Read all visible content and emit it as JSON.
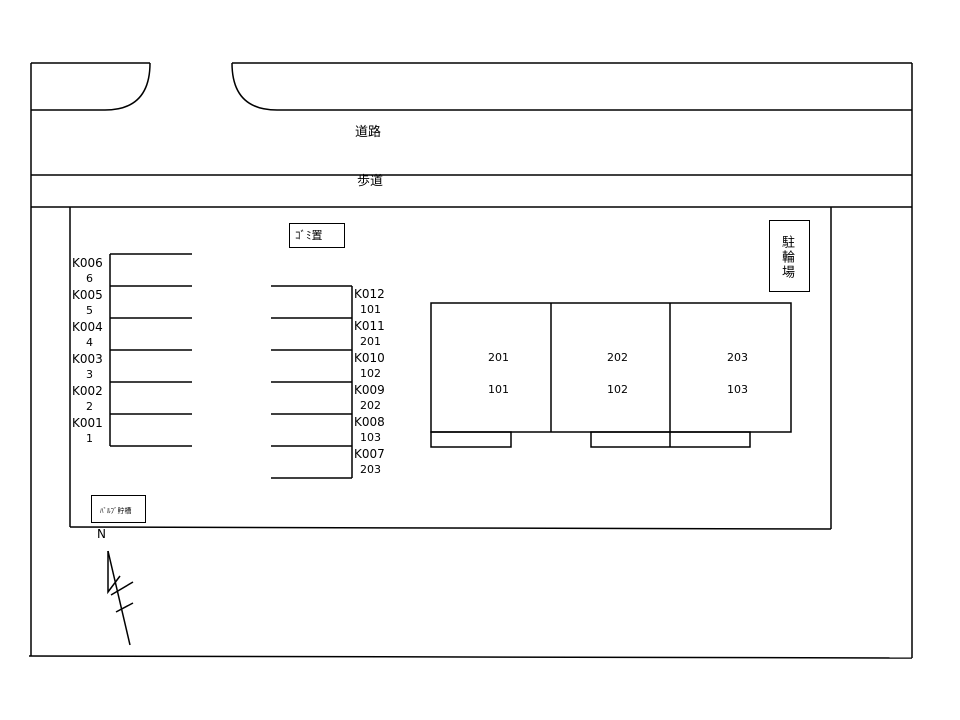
{
  "road": {
    "label": "道路"
  },
  "sidewalk": {
    "label": "歩道"
  },
  "garbage": {
    "label": "ｺﾞﾐ置"
  },
  "bicycle_parking": {
    "label": "駐輪場"
  },
  "valve_box": {
    "label": "ﾊﾞﾙﾌﾞ貯槽"
  },
  "north": {
    "label": "N"
  },
  "parking_left": [
    {
      "code": "K006",
      "number": "6"
    },
    {
      "code": "K005",
      "number": "5"
    },
    {
      "code": "K004",
      "number": "4"
    },
    {
      "code": "K003",
      "number": "3"
    },
    {
      "code": "K002",
      "number": "2"
    },
    {
      "code": "K001",
      "number": "1"
    }
  ],
  "parking_right": [
    {
      "code": "K012",
      "number": "101"
    },
    {
      "code": "K011",
      "number": "201"
    },
    {
      "code": "K010",
      "number": "102"
    },
    {
      "code": "K009",
      "number": "202"
    },
    {
      "code": "K008",
      "number": "103"
    },
    {
      "code": "K007",
      "number": "203"
    }
  ],
  "building_units": [
    {
      "upper": "201",
      "lower": "101"
    },
    {
      "upper": "202",
      "lower": "102"
    },
    {
      "upper": "203",
      "lower": "103"
    }
  ]
}
